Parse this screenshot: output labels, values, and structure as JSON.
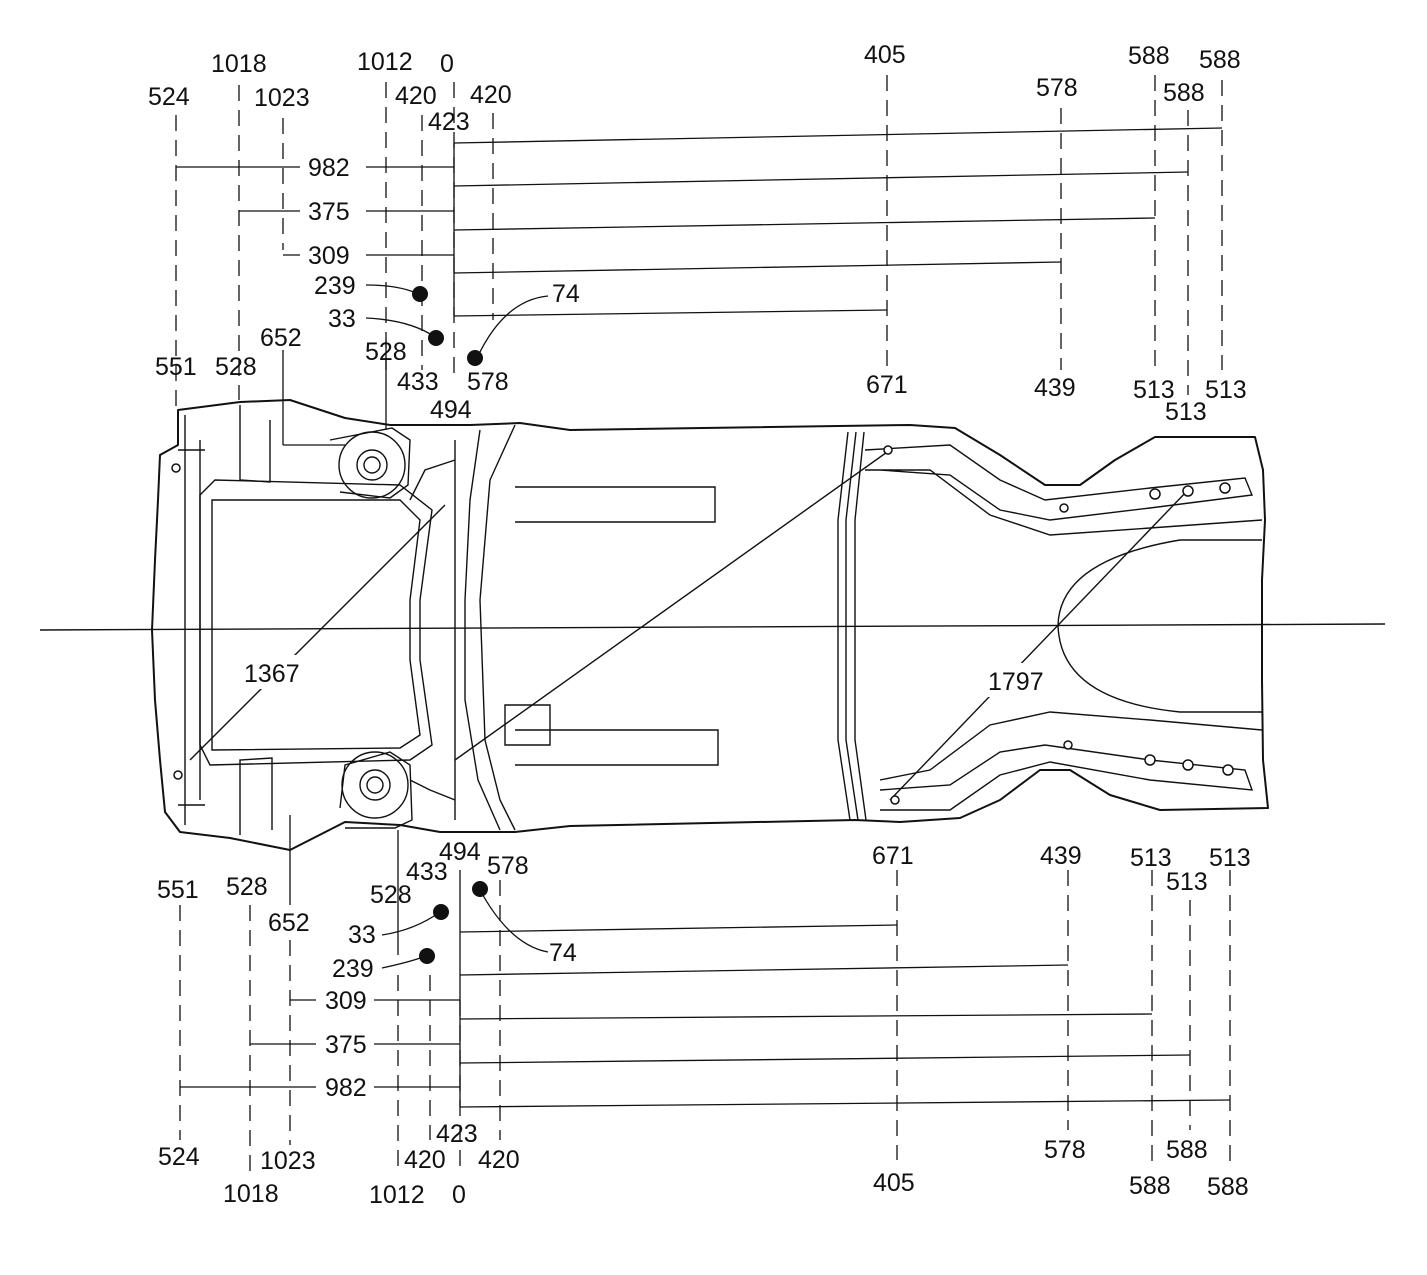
{
  "top_labels": {
    "l524": "524",
    "l1018": "1018",
    "l1023": "1023",
    "l1012": "1012",
    "l0": "0",
    "l420a": "420",
    "l420b": "420",
    "l423": "423",
    "l405": "405",
    "l578": "578",
    "l588a": "588",
    "l588b": "588",
    "l588c": "588",
    "l982": "982",
    "l375": "375",
    "l309": "309",
    "l239": "239",
    "l33": "33",
    "l74": "74",
    "l652": "652",
    "l551": "551",
    "l528a": "528",
    "l528b": "528",
    "l433": "433",
    "l578b": "578",
    "l494": "494",
    "l671": "671",
    "l439": "439",
    "l513a": "513",
    "l513b": "513",
    "l513c": "513"
  },
  "center_labels": {
    "l1367": "1367",
    "l1797": "1797"
  },
  "bottom_labels": {
    "l551": "551",
    "l528a": "528",
    "l652": "652",
    "l528b": "528",
    "l433": "433",
    "l494": "494",
    "l578b": "578",
    "l671": "671",
    "l439": "439",
    "l513a": "513",
    "l513b": "513",
    "l513c": "513",
    "l33": "33",
    "l239": "239",
    "l74": "74",
    "l309": "309",
    "l375": "375",
    "l982": "982",
    "l524": "524",
    "l1018": "1018",
    "l1023": "1023",
    "l1012": "1012",
    "l420a": "420",
    "l0": "0",
    "l423": "423",
    "l420b": "420",
    "l405": "405",
    "l578": "578",
    "l588a": "588",
    "l588b": "588",
    "l588c": "588"
  }
}
